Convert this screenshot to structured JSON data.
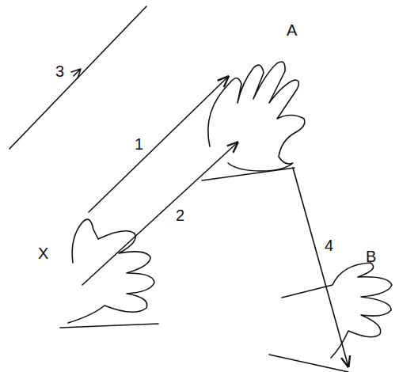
{
  "diagram": {
    "labels": [
      "3",
      "1",
      "2",
      "4",
      "A",
      "X",
      "B"
    ]
  }
}
